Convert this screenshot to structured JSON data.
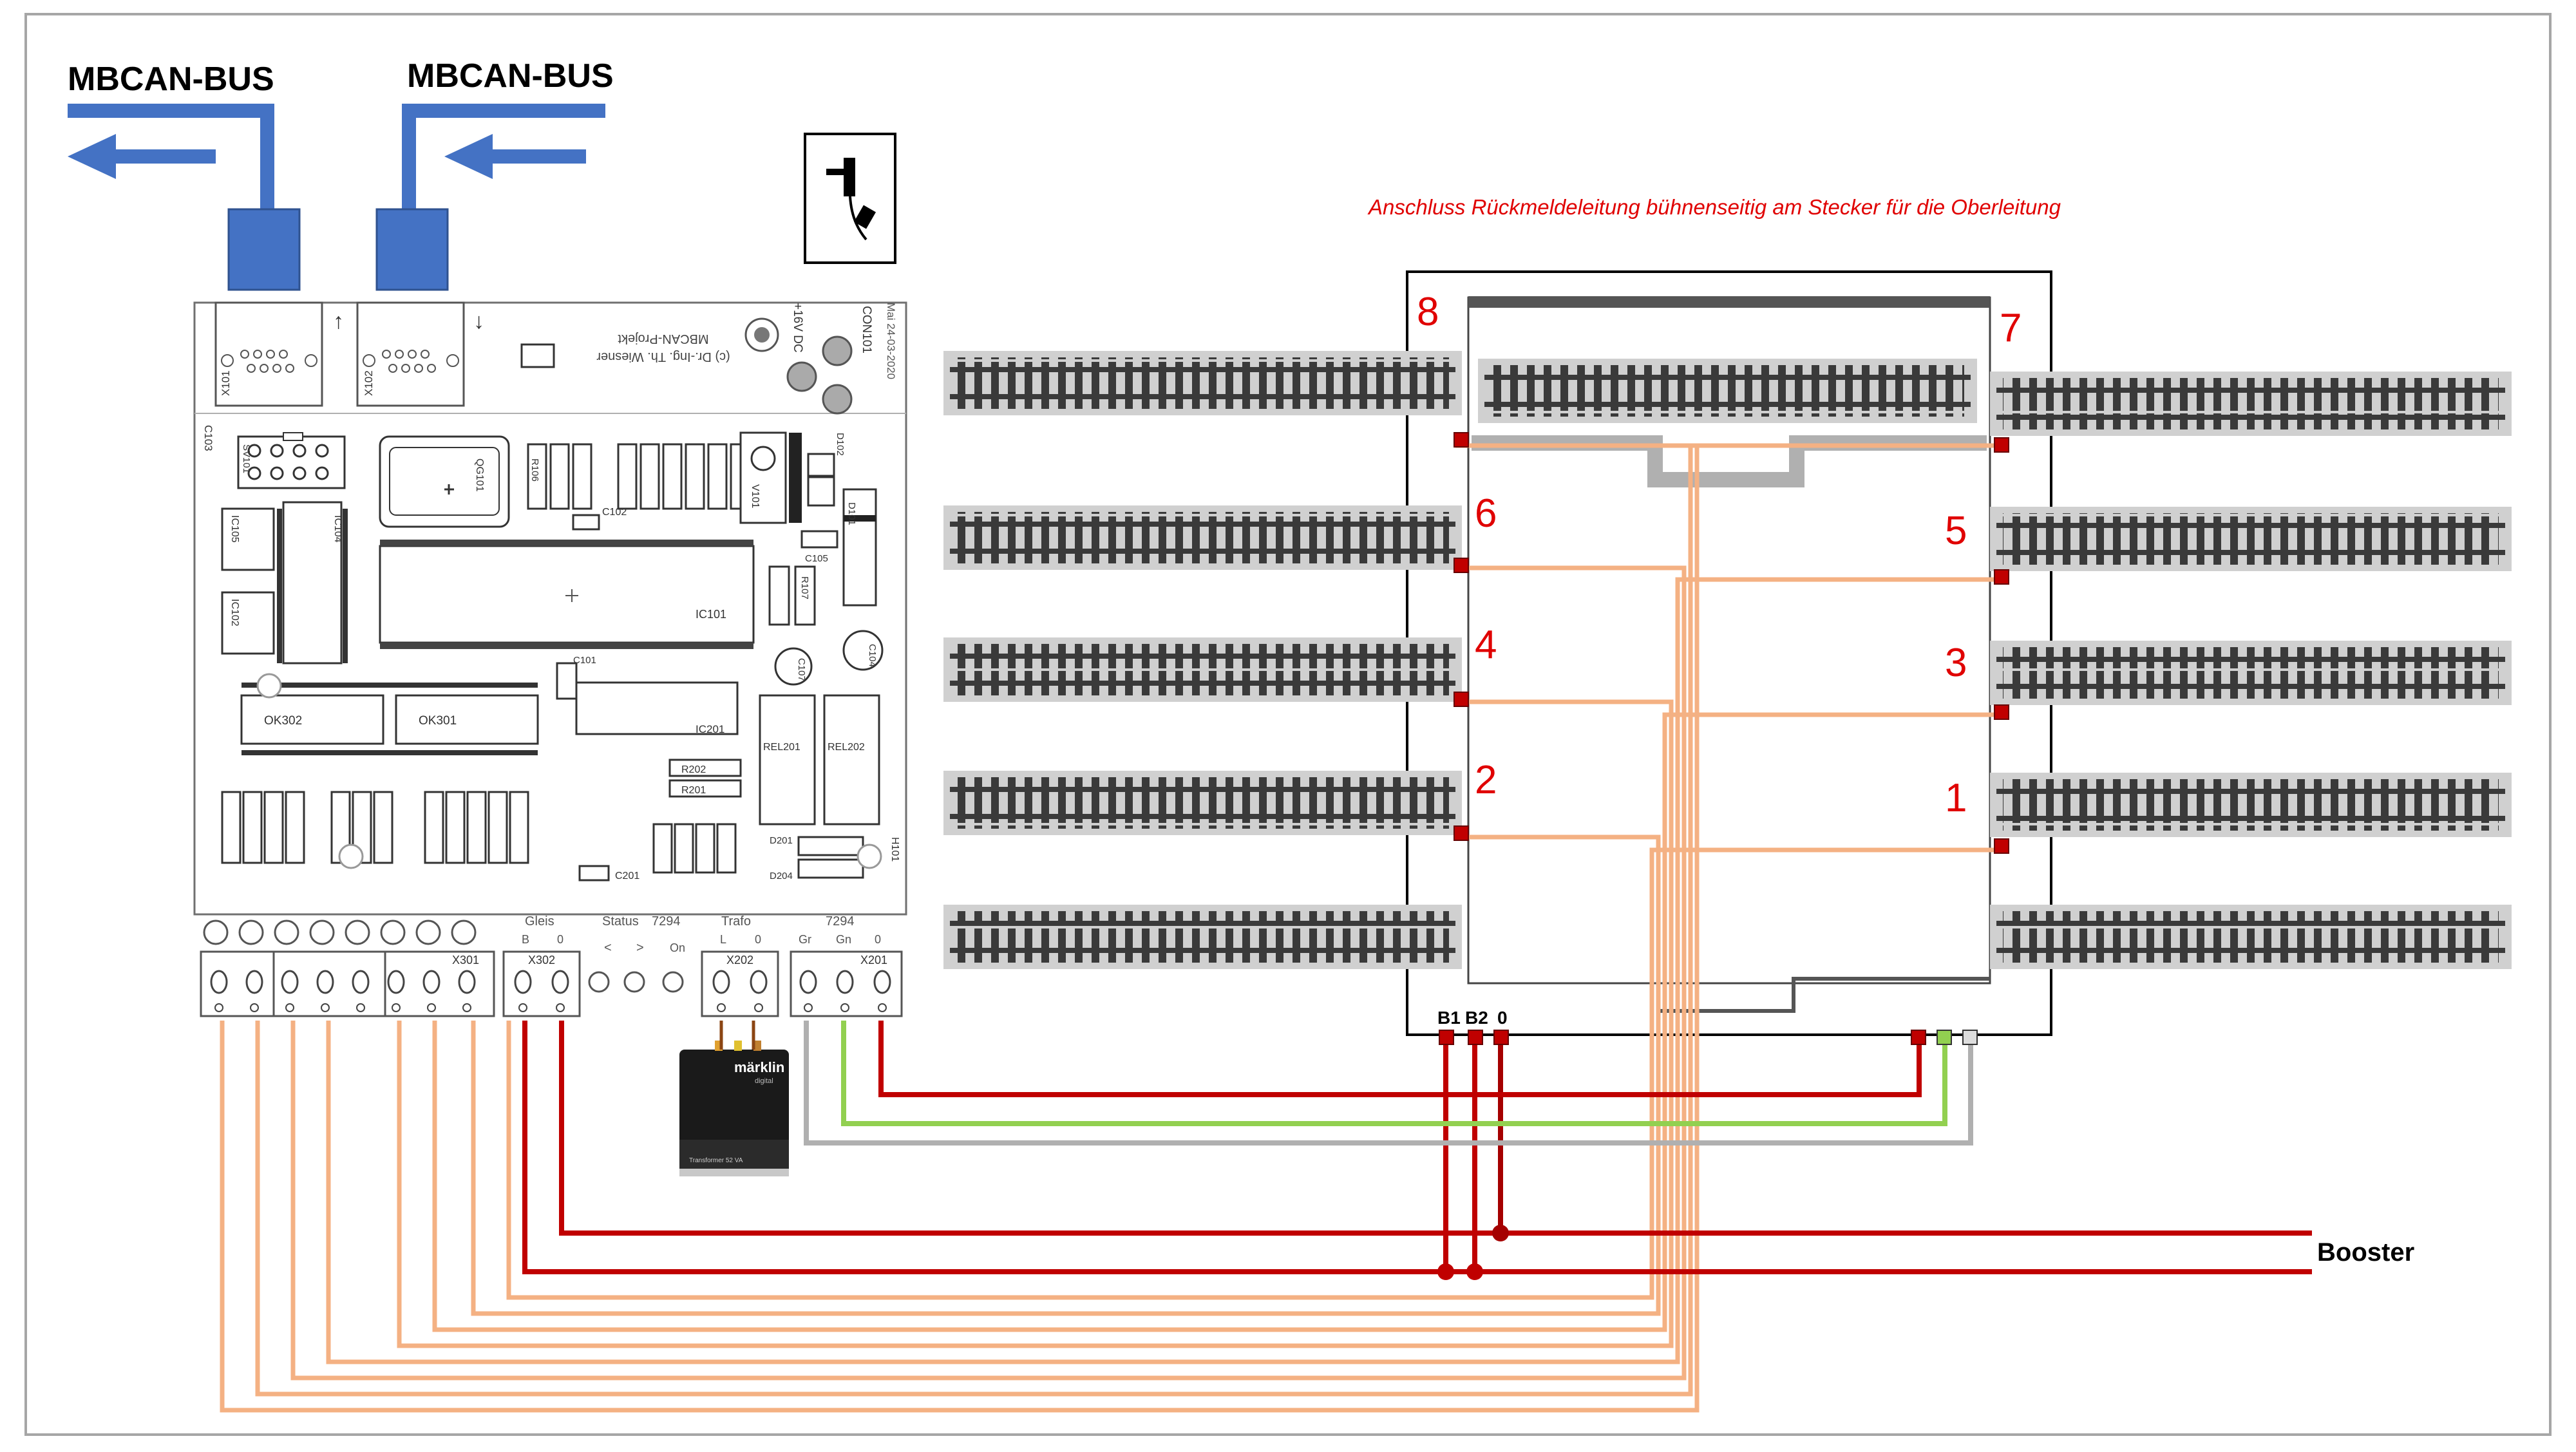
{
  "bus": {
    "left_label": "MBCAN-BUS",
    "right_label": "MBCAN-BUS"
  },
  "caption": "Anschluss Rückmeldeleitung bühnenseitig am Stecker für die Oberleitung",
  "booster_label": "Booster",
  "track_numbers": [
    "1",
    "2",
    "3",
    "4",
    "5",
    "6",
    "7",
    "8"
  ],
  "plug_labels": [
    "B1",
    "B2",
    "0"
  ],
  "board": {
    "connectors": {
      "x101": "X101",
      "x102": "X102",
      "x301": "X301",
      "x302": "X302",
      "x202": "X202",
      "x201": "X201",
      "con101": "CON101",
      "sv101": "SV101",
      "qg101": "QG101"
    },
    "term_headers": {
      "gleis": "Gleis",
      "status": "Status",
      "status_num": "7294",
      "trafo": "Trafo",
      "group_num": "7294"
    },
    "term_labels": {
      "b": "B",
      "zero": "0",
      "less": "<",
      "greater": ">",
      "on": "On",
      "l": "L",
      "gr": "Gr",
      "gn": "Gn"
    },
    "ics": {
      "ic101": "IC101",
      "ic104": "IC104",
      "ic105": "IC105",
      "ic102": "IC102",
      "ic201": "IC201",
      "ok302": "OK302",
      "ok301": "OK301",
      "rel201": "REL201",
      "rel202": "REL202"
    },
    "parts": {
      "r202": "R202",
      "r201": "R201",
      "c201": "C201",
      "c101": "C101",
      "c102": "C102",
      "c105": "C105",
      "c104": "C104",
      "c107": "C107",
      "c103": "C103",
      "d101": "D101",
      "d102": "D102",
      "d201": "D201",
      "d204": "D204",
      "h101": "H101",
      "v101": "V101",
      "r106": "R106",
      "r107": "R107"
    },
    "silk": {
      "in_arrow": "↑",
      "out_arrow": "↓",
      "title_line1": "MBCAN-Projekt",
      "title_line2": "(c) Dr.-Ing. Th. Wiesner",
      "volt": "+16V DC",
      "date": "Mai 24-03-2020"
    }
  },
  "transformer": {
    "brand": "märklin",
    "sub": "digital",
    "model": "Transformer 52 VA"
  },
  "colors": {
    "bus_blue": "#4472c4",
    "feedback": "#f4b183",
    "power_red": "#c00000",
    "ground_dark": "#a50000",
    "green": "#92d050",
    "gray": "#b0b0b0",
    "number_red": "#e00000",
    "track_bg": "#d0d0d0",
    "rail": "#3a3a3a"
  }
}
